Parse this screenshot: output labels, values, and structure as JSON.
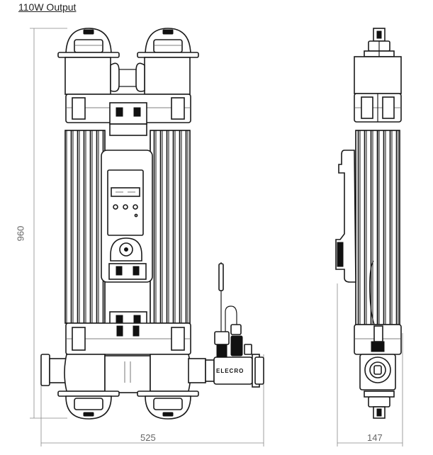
{
  "title": "110W Output",
  "dimensions": {
    "height_label": "960",
    "width_label": "525",
    "depth_label": "147"
  },
  "brand_label": "ELECRO"
}
